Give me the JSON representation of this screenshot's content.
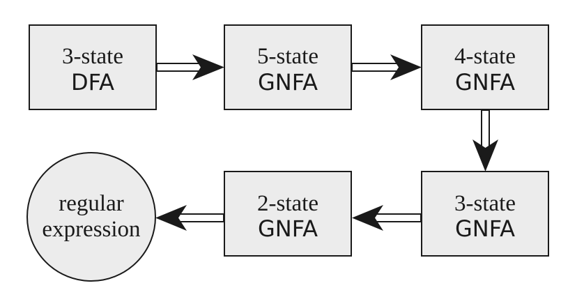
{
  "diagram": {
    "nodes": {
      "dfa3": {
        "line1": "3-state",
        "line2": "DFA"
      },
      "gnfa5": {
        "line1": "5-state",
        "line2": "GNFA"
      },
      "gnfa4": {
        "line1": "4-state",
        "line2": "GNFA"
      },
      "gnfa3": {
        "line1": "3-state",
        "line2": "GNFA"
      },
      "gnfa2": {
        "line1": "2-state",
        "line2": "GNFA"
      },
      "regex": {
        "line1": "regular",
        "line2": "expression"
      }
    },
    "colors": {
      "box_fill": "#ececec",
      "stroke": "#1a1a1a",
      "background": "#ffffff"
    }
  }
}
